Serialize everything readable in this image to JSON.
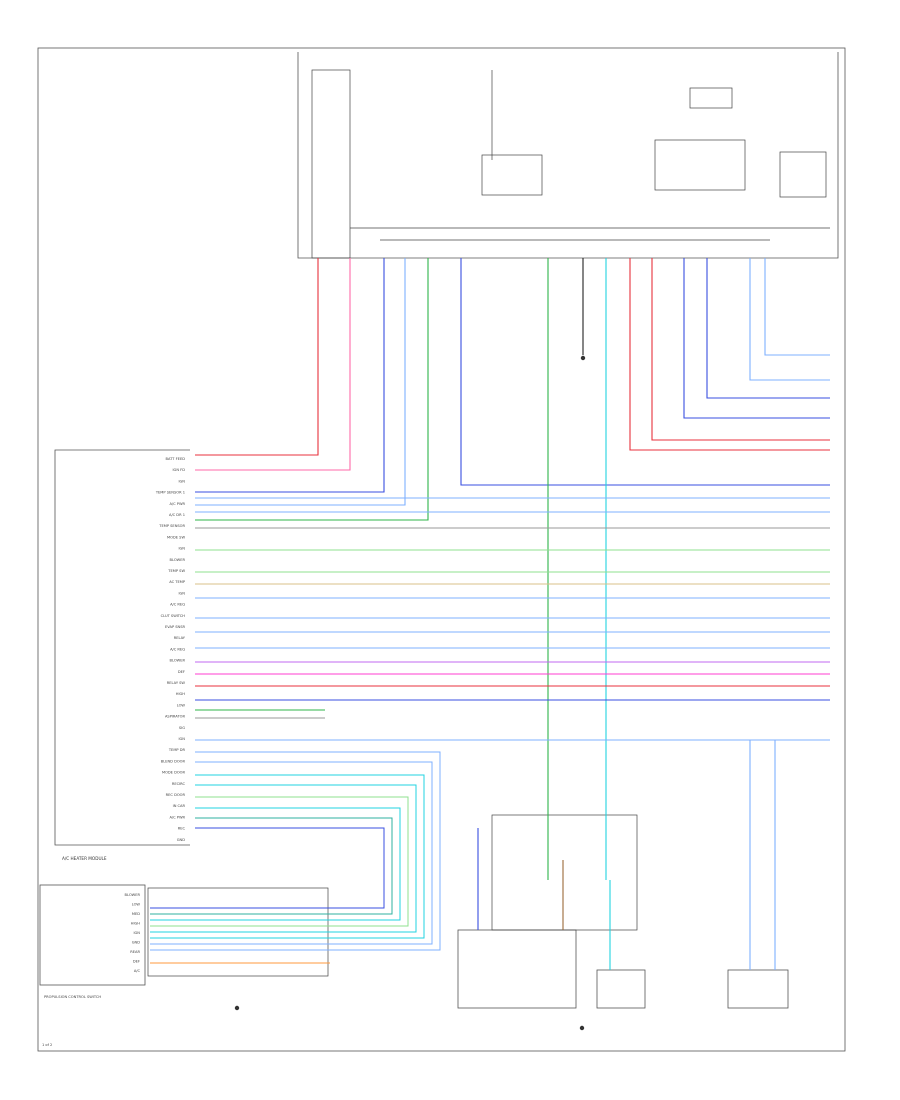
{
  "diagram": {
    "module_label": "A/C HEATER MODULE",
    "control_switch_label": "PROPULSION CONTROL SWITCH",
    "page_ref": "1 of 2",
    "colors": {
      "red": "#e8323c",
      "pink": "#ff6aa8",
      "blue": "#3a4fe0",
      "lightblue": "#7fb0ff",
      "green": "#2fb54a",
      "lightgreen": "#8fe08f",
      "cyan": "#22d3e0",
      "teal": "#2fb0a0",
      "violet": "#c26af0",
      "magenta": "#ff3cd0",
      "orange": "#ff9a3c",
      "brown": "#9a6a3a",
      "black": "#222222",
      "gray": "#9a9a9a",
      "tan": "#d8c08a",
      "yellow": "#e0d040"
    },
    "pins": [
      "BATT FEED",
      "IGN FD",
      "IGN",
      "TEMP SENSOR 1",
      "A/C PWR",
      "A/C DR 1",
      "TEMP SENSOR",
      "MODE SW",
      "IGN",
      "BLOWER",
      "TEMP SW",
      "AC TEMP",
      "IGN",
      "A/C REQ",
      "CLUT SWITCH",
      "EVAP SNSR",
      "RELAY",
      "A/C REQ",
      "BLOWER",
      "DEF",
      "RELAY SW",
      "HIGH",
      "LOW",
      "ASPIRATOR",
      "SIG",
      "IGN",
      "TEMP DR",
      "BLEND DOOR",
      "MODE DOOR",
      "RECIRC",
      "REC DOOR",
      "IN CAR",
      "A/C PWR",
      "REC",
      "GND"
    ],
    "switch_pins": [
      "BLOWER",
      "LOW",
      "MED",
      "HIGH",
      "IGN",
      "GND",
      "REAR",
      "DEF",
      "A/C"
    ]
  }
}
